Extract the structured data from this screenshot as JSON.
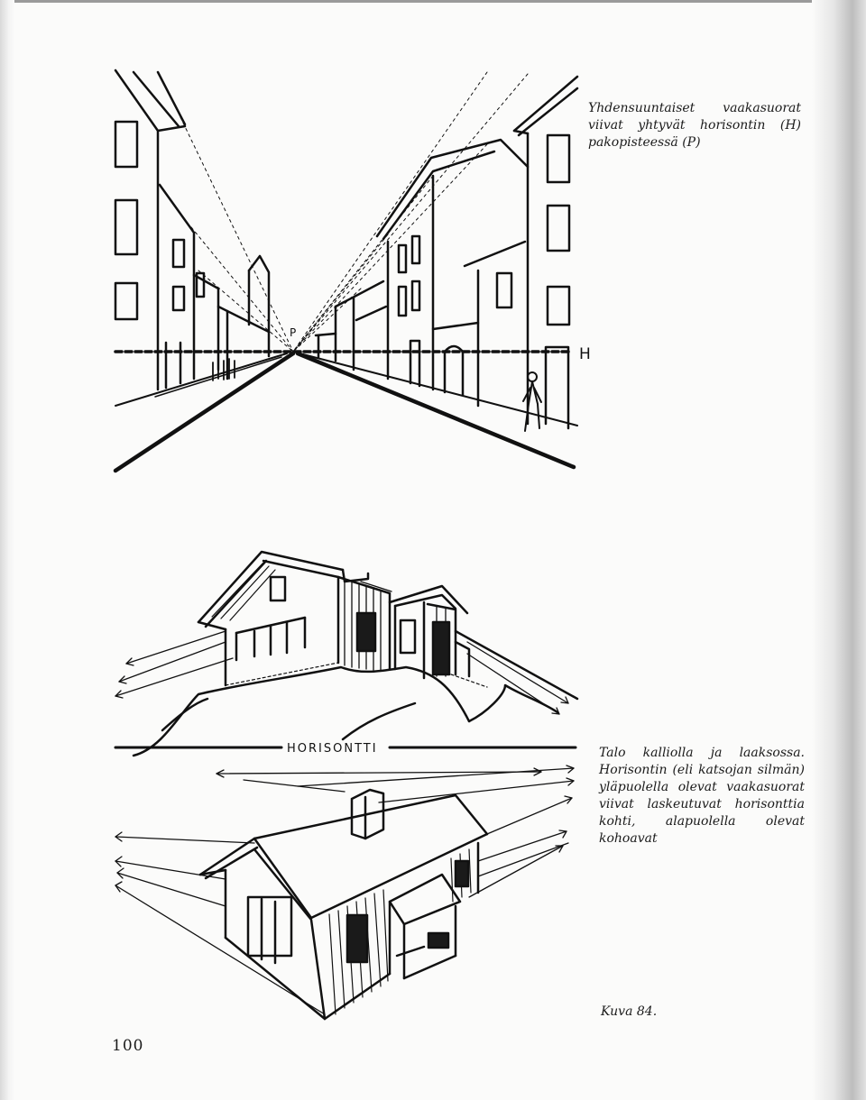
{
  "captions": {
    "street": "Yhdensuuntaiset vaakasuorat viivat yhtyvät horisontin (H) pakopisteessä (P)",
    "house": "Talo kalliolla ja laaksossa. Horisontin (eli katsojan silmän) yläpuolella olevat vaakasuorat viivat laskeutuvat horisonttia kohti, alapuolella olevat kohoavat"
  },
  "drawing_labels": {
    "vanishing_point": "P",
    "horizon": "H",
    "horizon_word": "HORISONTTI"
  },
  "figure_label": "Kuva 84.",
  "page_number": "100"
}
